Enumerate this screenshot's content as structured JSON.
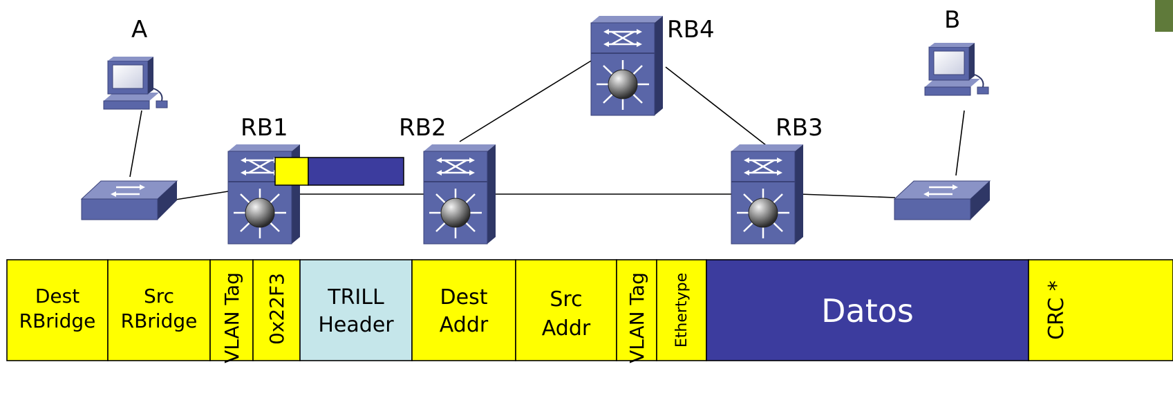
{
  "nodes": {
    "host_a": "A",
    "host_b": "B",
    "rb1": "RB1",
    "rb2": "RB2",
    "rb3": "RB3",
    "rb4": "RB4"
  },
  "frame": {
    "dest_rbridge": [
      "Dest",
      "RBridge"
    ],
    "src_rbridge": [
      "Src",
      "RBridge"
    ],
    "outer_vlan_tag": "VLAN Tag",
    "ethertype_value": "0x22F3",
    "trill_header": [
      "TRILL",
      "Header"
    ],
    "dest_addr": [
      "Dest",
      "Addr"
    ],
    "src_addr": [
      "Src",
      "Addr"
    ],
    "inner_vlan_tag": "VLAN Tag",
    "ethertype": "Ethertype",
    "datos": "Datos",
    "crc": "CRC *"
  },
  "colors": {
    "header_field": "#ffff00",
    "trill_header": "#c5e6ea",
    "payload": "#3c3c9e",
    "device": "#5a66a8",
    "corner_tab": "#5f7a3a"
  }
}
